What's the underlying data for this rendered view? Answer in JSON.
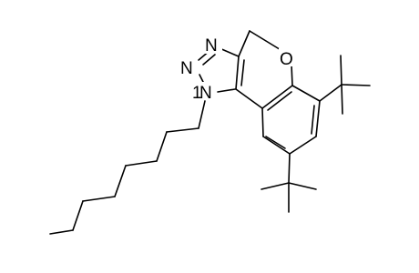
{
  "molecule": {
    "atoms": {
      "n_top": "N",
      "n_left": "N",
      "n_alkyl": "N",
      "o_ring": "O",
      "n_alkyl_locant": "1"
    }
  }
}
